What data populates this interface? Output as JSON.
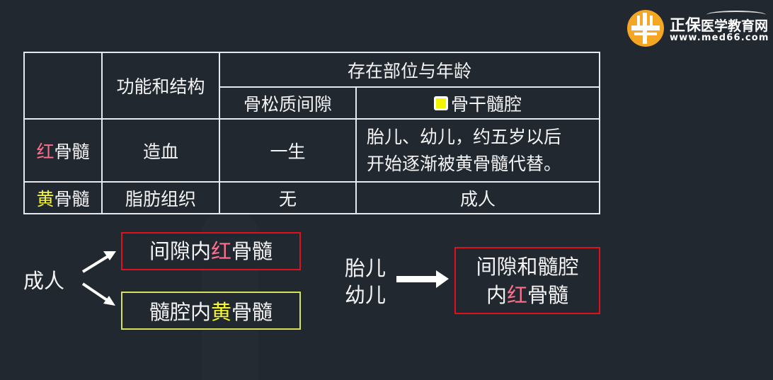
{
  "logo": {
    "brand": "正保",
    "subtitle": "医学教育网",
    "url": "www.med66.com",
    "color": "#f5a623"
  },
  "table": {
    "header": {
      "col2": "功能和结构",
      "group": "存在部位与年龄",
      "sub1": "骨松质间隙",
      "sub2": "骨干髓腔"
    },
    "rows": [
      {
        "name_colored": "红",
        "name_rest": "骨髓",
        "function": "造血",
        "spongy": "一生",
        "cavity_line1": "胎儿、幼儿，约五岁以后",
        "cavity_line2": "开始逐渐被黄骨髓代替。"
      },
      {
        "name_colored": "黄",
        "name_rest": "骨髓",
        "function": "脂肪组织",
        "spongy": "无",
        "cavity": "成人"
      }
    ]
  },
  "diagram_adult": {
    "source": "成人",
    "box1": {
      "pre": "间隙内",
      "colored": "红",
      "post": "骨髓"
    },
    "box2": {
      "pre": "髓腔内",
      "colored": "黄",
      "post": "骨髓"
    }
  },
  "diagram_child": {
    "source_line1": "胎儿",
    "source_line2": "幼儿",
    "box_line1": "间隙和髓腔",
    "box_line2_pre": "内",
    "box_line2_colored": "红",
    "box_line2_post": "骨髓"
  },
  "colors": {
    "background": "#222830",
    "red_text": "#ff6f8e",
    "yellow_text": "#f7f72a",
    "red_border": "#e0101e",
    "yellow_border": "#d8df5a"
  }
}
